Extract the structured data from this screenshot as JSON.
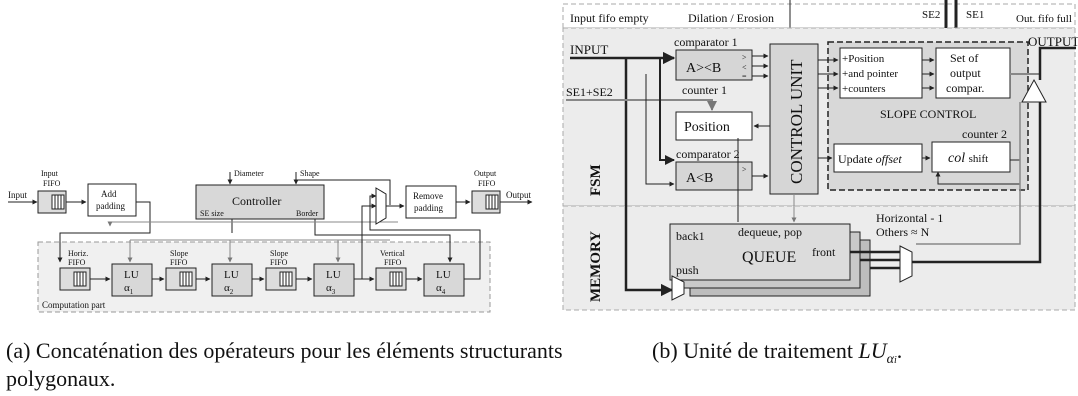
{
  "diagram_a": {
    "input": "Input",
    "input_fifo": [
      "Input",
      "FIFO"
    ],
    "add_padding": [
      "Add",
      "padding"
    ],
    "diameter": "Diameter",
    "shape": "Shape",
    "controller": "Controller",
    "se_size": "SE size",
    "border": "Border",
    "remove_padding": [
      "Remove",
      "padding"
    ],
    "output_fifo": [
      "Output",
      "FIFO"
    ],
    "output": "Output",
    "horiz_fifo": [
      "Horiz.",
      "FIFO"
    ],
    "slope_fifo": [
      "Slope",
      "FIFO"
    ],
    "vertical_fifo": [
      "Vertical",
      "FIFO"
    ],
    "lu": "LU",
    "alpha": "α",
    "alpha_indices": [
      "1",
      "2",
      "3",
      "4"
    ],
    "computation_part": "Computation part"
  },
  "diagram_b": {
    "input_fifo_empty": "Input fifo empty",
    "dilation_erosion": "Dilation / Erosion",
    "se2": "SE2",
    "se1": "SE1",
    "out_fifo_full": "Out. fifo full",
    "input": "INPUT",
    "output": "OUTPUT",
    "comparator1": "comparator 1",
    "comp1_op": "A><B",
    "se1_se2": "SE1+SE2",
    "counter1": "counter 1",
    "position": "Position",
    "comparator2": "comparator 2",
    "comp2_op": "A<B",
    "control_unit": "CONTROL UNIT",
    "pos_list": [
      "+Position",
      "+and pointer",
      "+counters"
    ],
    "set_output": [
      "Set of",
      "output",
      "compar."
    ],
    "slope_control": "SLOPE CONTROL",
    "counter2": "counter 2",
    "update": "Update",
    "offset": "offset",
    "col": "col",
    "shift": "shift",
    "fsm": "FSM",
    "memory": "MEMORY",
    "horizontal": "Horizontal - 1",
    "others": "Others ≈ N",
    "queue_ops": "dequeue, pop",
    "back1": "back1",
    "queue": "QUEUE",
    "front": "front",
    "push": "push"
  },
  "captions": {
    "a_label": "(a)",
    "a_text": "Concaténation des opérateurs pour les éléments structurants polygonaux.",
    "b_label": "(b)",
    "b_text": "Unité de traitement",
    "b_symbol": "LU",
    "b_sub": "α",
    "b_subsub": "i"
  }
}
